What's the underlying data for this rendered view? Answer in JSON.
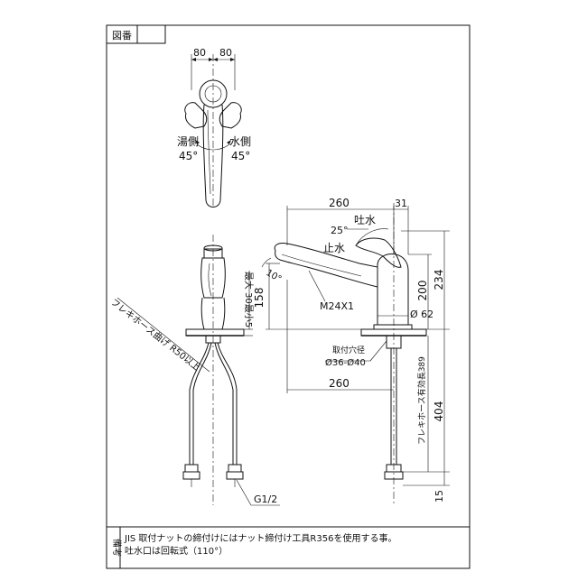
{
  "title_block": {
    "label": "図番",
    "value": ""
  },
  "top_view": {
    "dim_left": "80",
    "dim_right": "80",
    "hot_side": "湯側",
    "cold_side": "水側",
    "hot_angle": "45°",
    "cold_angle": "45°"
  },
  "side_view": {
    "dim_overall": "260",
    "dim_handle": "31",
    "lever_angle": "25°",
    "water_on": "吐水",
    "water_off": "止水",
    "spout_angle": "10°",
    "dim_200": "200",
    "dim_234": "234",
    "dim_158": "158",
    "thread": "M24X1",
    "diameter": "Ø 62",
    "hole_label": "取付穴径",
    "hole_range": "Ø36-Ø40",
    "dim_bottom": "260",
    "dim_404": "404",
    "hose_length": "フレキホース有効長389",
    "dim_15": "15"
  },
  "front_view": {
    "counter_thickness": "最大 30最小5",
    "hose_bend": "フレキホース曲げ R50以上",
    "pipe_thread": "G1/2"
  },
  "notes": {
    "label": "備考",
    "line1": "JIS  取付ナットの締付けにはナット締付け工具R356を使用する事。",
    "line2": "吐水口は回転式（110°）"
  }
}
